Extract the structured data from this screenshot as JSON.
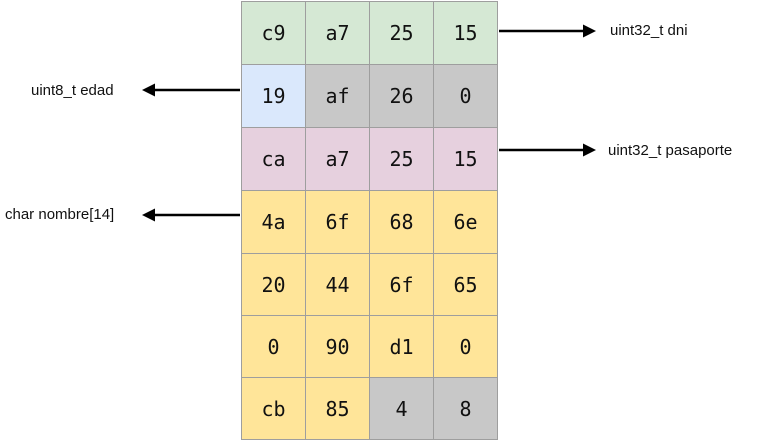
{
  "colors": {
    "green": "#d5e8d4",
    "blue": "#dae8fc",
    "gray": "#c8c8c8",
    "pink": "#e6d0de",
    "yellow": "#ffe599",
    "border": "#9e9e9e",
    "arrow": "#000000"
  },
  "rows": [
    {
      "cells": [
        {
          "value": "c9",
          "color": "green"
        },
        {
          "value": "a7",
          "color": "green"
        },
        {
          "value": "25",
          "color": "green"
        },
        {
          "value": "15",
          "color": "green"
        }
      ]
    },
    {
      "cells": [
        {
          "value": "19",
          "color": "blue"
        },
        {
          "value": "af",
          "color": "gray"
        },
        {
          "value": "26",
          "color": "gray"
        },
        {
          "value": "0",
          "color": "gray"
        }
      ]
    },
    {
      "cells": [
        {
          "value": "ca",
          "color": "pink"
        },
        {
          "value": "a7",
          "color": "pink"
        },
        {
          "value": "25",
          "color": "pink"
        },
        {
          "value": "15",
          "color": "pink"
        }
      ]
    },
    {
      "cells": [
        {
          "value": "4a",
          "color": "yellow"
        },
        {
          "value": "6f",
          "color": "yellow"
        },
        {
          "value": "68",
          "color": "yellow"
        },
        {
          "value": "6e",
          "color": "yellow"
        }
      ]
    },
    {
      "cells": [
        {
          "value": "20",
          "color": "yellow"
        },
        {
          "value": "44",
          "color": "yellow"
        },
        {
          "value": "6f",
          "color": "yellow"
        },
        {
          "value": "65",
          "color": "yellow"
        }
      ]
    },
    {
      "cells": [
        {
          "value": "0",
          "color": "yellow"
        },
        {
          "value": "90",
          "color": "yellow"
        },
        {
          "value": "d1",
          "color": "yellow"
        },
        {
          "value": "0",
          "color": "yellow"
        }
      ]
    },
    {
      "cells": [
        {
          "value": "cb",
          "color": "yellow"
        },
        {
          "value": "85",
          "color": "yellow"
        },
        {
          "value": "4",
          "color": "gray"
        },
        {
          "value": "8",
          "color": "gray"
        }
      ]
    }
  ],
  "annotations": {
    "dni": "uint32_t dni",
    "edad": "uint8_t edad",
    "pasaporte": "uint32_t pasaporte",
    "nombre": "char nombre[14]"
  }
}
